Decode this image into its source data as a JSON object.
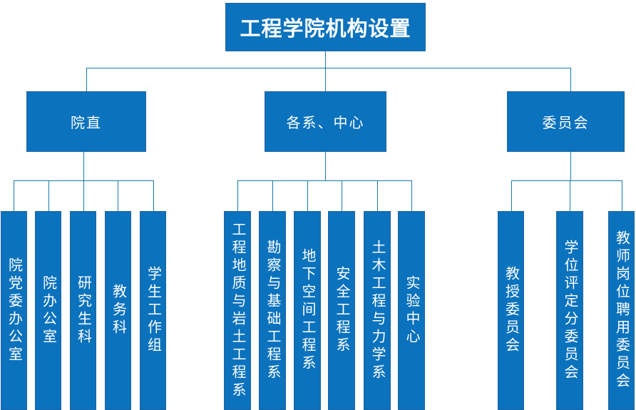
{
  "title": "工程学院机构设置",
  "colors": {
    "box_fill": "#0b72bd",
    "box_border": "#2363a3",
    "line": "#1879ab",
    "text": "#ffffff",
    "background": "#ffffff"
  },
  "groups": [
    {
      "label": "院直",
      "children": [
        "院党委办公室",
        "院办公室",
        "研究生科",
        "教务科",
        "学生工作组"
      ]
    },
    {
      "label": "各系、中心",
      "children": [
        "工程地质与岩土工程系",
        "勘察与基础工程系",
        "地下空间工程系",
        "安全工程系",
        "土木工程与力学系",
        "实验中心"
      ]
    },
    {
      "label": "委员会",
      "children": [
        "教授委员会",
        "学位评定分委员会",
        "教师岗位聘用委员会"
      ]
    }
  ]
}
